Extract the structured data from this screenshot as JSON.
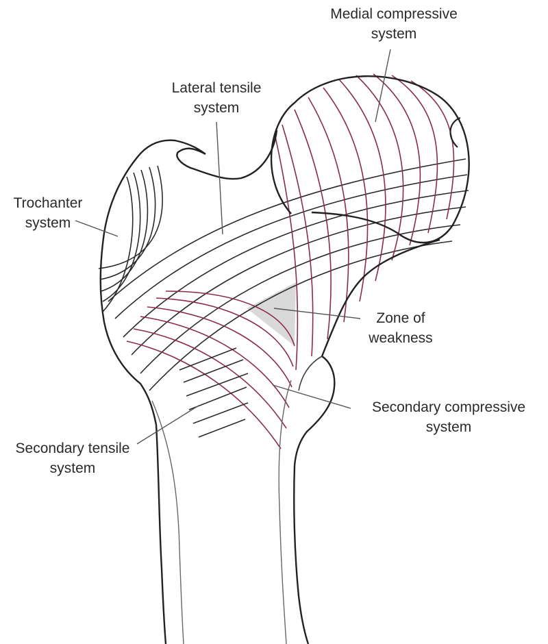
{
  "colors": {
    "outline": "#222222",
    "compressive": "#8b2a4a",
    "tensile": "#2b2b2b",
    "leader": "#555555",
    "weakness_fill": "#d9d9d9",
    "background": "#ffffff"
  },
  "labels": {
    "medial_compressive": {
      "line1": "Medial compressive",
      "line2": "system"
    },
    "lateral_tensile": {
      "line1": "Lateral tensile",
      "line2": "system"
    },
    "trochanter": {
      "line1": "Trochanter",
      "line2": "system"
    },
    "zone_weakness": {
      "line1": "Zone of",
      "line2": "weakness"
    },
    "secondary_compressive": {
      "line1": "Secondary compressive",
      "line2": "system"
    },
    "secondary_tensile": {
      "line1": "Secondary tensile",
      "line2": "system"
    }
  }
}
